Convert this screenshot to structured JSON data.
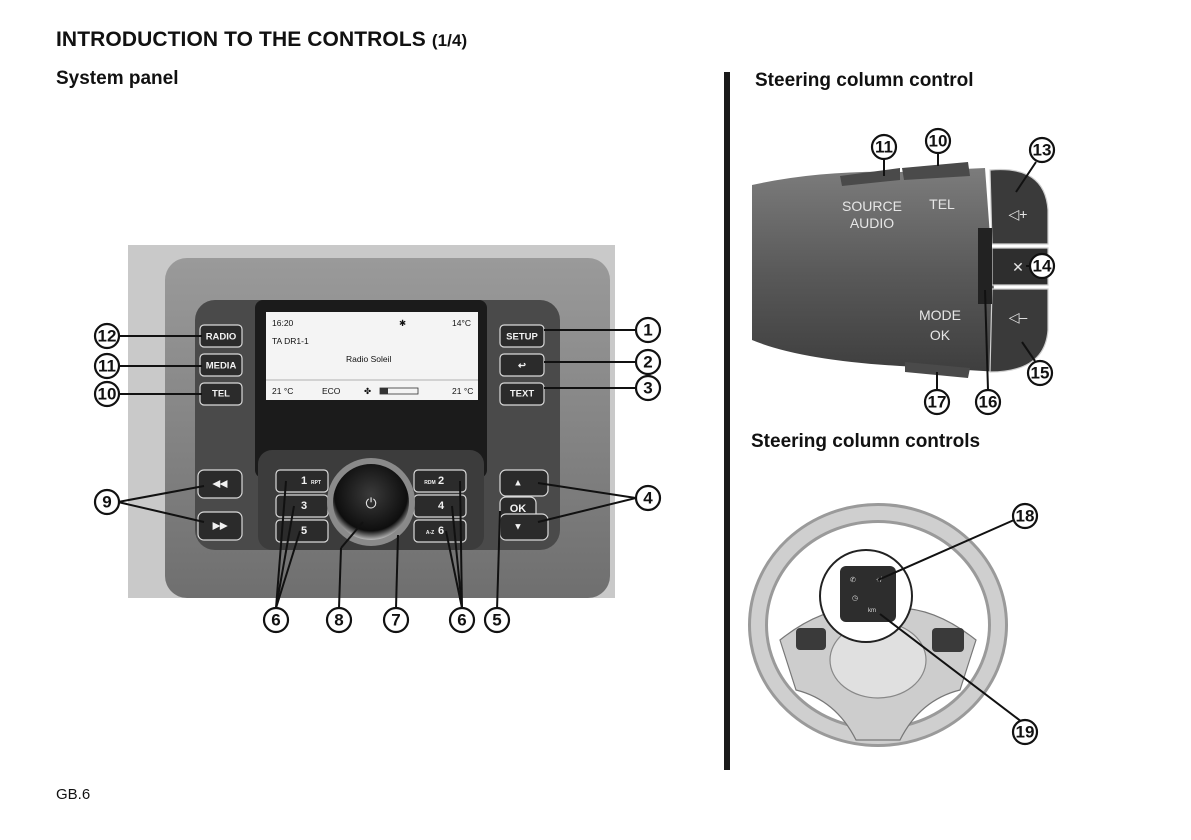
{
  "header": {
    "title": "INTRODUCTION TO THE CONTROLS",
    "part": "(1/4)"
  },
  "sections": {
    "system_panel": "System panel",
    "steering_control": "Steering column control",
    "steering_controls": "Steering column controls"
  },
  "panel": {
    "buttons": {
      "radio": "RADIO",
      "media": "MEDIA",
      "tel": "TEL",
      "setup": "SETUP",
      "back": "↩",
      "text": "TEXT",
      "preset1": "1",
      "preset1_sub": "RPT",
      "preset2": "2",
      "preset2_sub": "RDM",
      "preset3": "3",
      "preset4": "4",
      "preset5": "5",
      "preset6": "6",
      "preset6_sub": "A-Z",
      "ok": "OK",
      "up": "▲",
      "down": "▼",
      "prev": "◀◀",
      "next": "▶▶"
    },
    "screen": {
      "time": "16:20",
      "ext_temp": "14°C",
      "rds": "TA DR1-1",
      "station": "Radio Soleil",
      "temp_left": "21 °C",
      "eco": "ECO",
      "temp_right": "21 °C"
    }
  },
  "stalk": {
    "source_line1": "SOURCE",
    "source_line2": "AUDIO",
    "tel": "TEL",
    "mode_line1": "MODE",
    "mode_line2": "OK",
    "vol_up": "◁+",
    "vol_down": "◁–"
  },
  "callouts": {
    "c1": "1",
    "c2": "2",
    "c3": "3",
    "c4": "4",
    "c5": "5",
    "c6": "6",
    "c7": "7",
    "c8": "8",
    "c9": "9",
    "c10": "10",
    "c11": "11",
    "c12": "12",
    "c13": "13",
    "c14": "14",
    "c15": "15",
    "c16": "16",
    "c17": "17",
    "c18": "18",
    "c19": "19"
  },
  "footer": {
    "page": "GB.6"
  }
}
